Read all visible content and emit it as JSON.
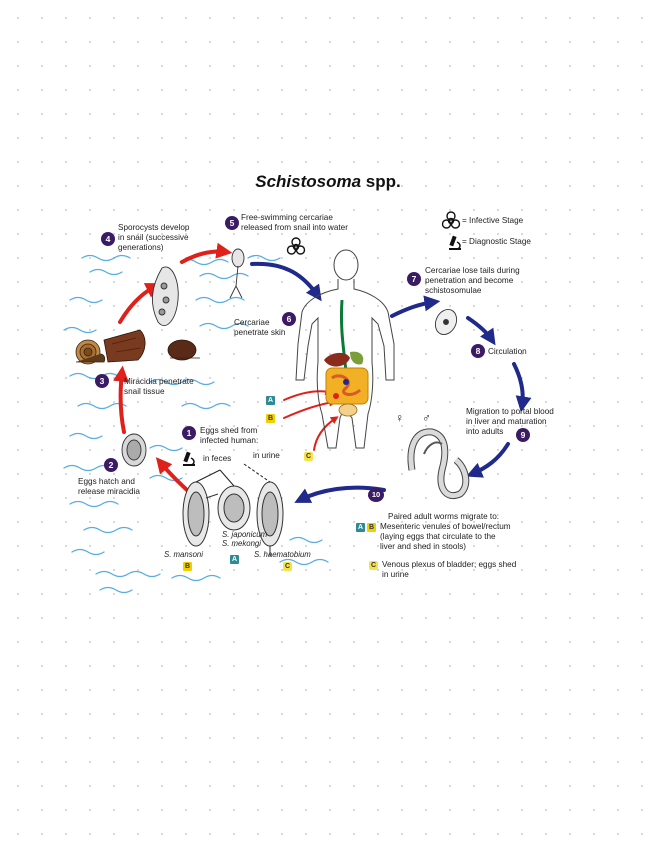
{
  "title": {
    "genus": "Schistosoma",
    "rest": " spp."
  },
  "legend": {
    "infective": "= Infective Stage",
    "diagnostic": "= Diagnostic Stage"
  },
  "steps": [
    {
      "num": "1",
      "lines": [
        "Eggs shed from",
        "infected human:"
      ]
    },
    {
      "num": "2",
      "lines": [
        "Eggs hatch and",
        "release miracidia"
      ]
    },
    {
      "num": "3",
      "lines": [
        "Miracidia penetrate",
        "snail tissue"
      ]
    },
    {
      "num": "4",
      "lines": [
        "Sporocysts develop",
        "in snail (successive",
        "generations)"
      ]
    },
    {
      "num": "5",
      "lines": [
        "Free-swimming cercariae",
        "released from snail into water"
      ]
    },
    {
      "num": "6",
      "lines": [
        "Cercariae",
        "penetrate skin"
      ]
    },
    {
      "num": "7",
      "lines": [
        "Cercariae lose tails during",
        "penetration and become",
        "schistosomulae"
      ]
    },
    {
      "num": "8",
      "lines": [
        "Circulation"
      ]
    },
    {
      "num": "9",
      "lines": [
        "Migration to portal blood",
        "in liver and maturation",
        "into adults"
      ]
    },
    {
      "num": "10",
      "lines": [
        "Paired adult worms migrate to:"
      ]
    }
  ],
  "eggs_shed": {
    "in_feces": "in feces",
    "in_urine": "in urine"
  },
  "destinations": {
    "ab": [
      "Mesenteric venules of bowel/rectum",
      "(laying eggs that circulate to the",
      "liver and shed in stools)"
    ],
    "c": [
      "Venous plexus of bladder; eggs shed",
      "in urine"
    ]
  },
  "species": {
    "mansoni": "S. mansoni",
    "japonicum": "S. japonicum",
    "mekongi": "S. mekongi",
    "haematobium": "S. haematobium"
  },
  "badges": {
    "a": "A",
    "b": "B",
    "c": "C"
  },
  "sex_symbols": {
    "female": "♀",
    "male": "♂"
  },
  "colors": {
    "step_circle": "#3b1b63",
    "blue_arrow": "#1f2a8a",
    "red_arrow": "#e0201b",
    "water": "#3a9fdc",
    "badge_a": "#2e8b96",
    "badge_b": "#f0d000"
  },
  "icons": [
    "biohazard-icon",
    "microscope-icon"
  ]
}
